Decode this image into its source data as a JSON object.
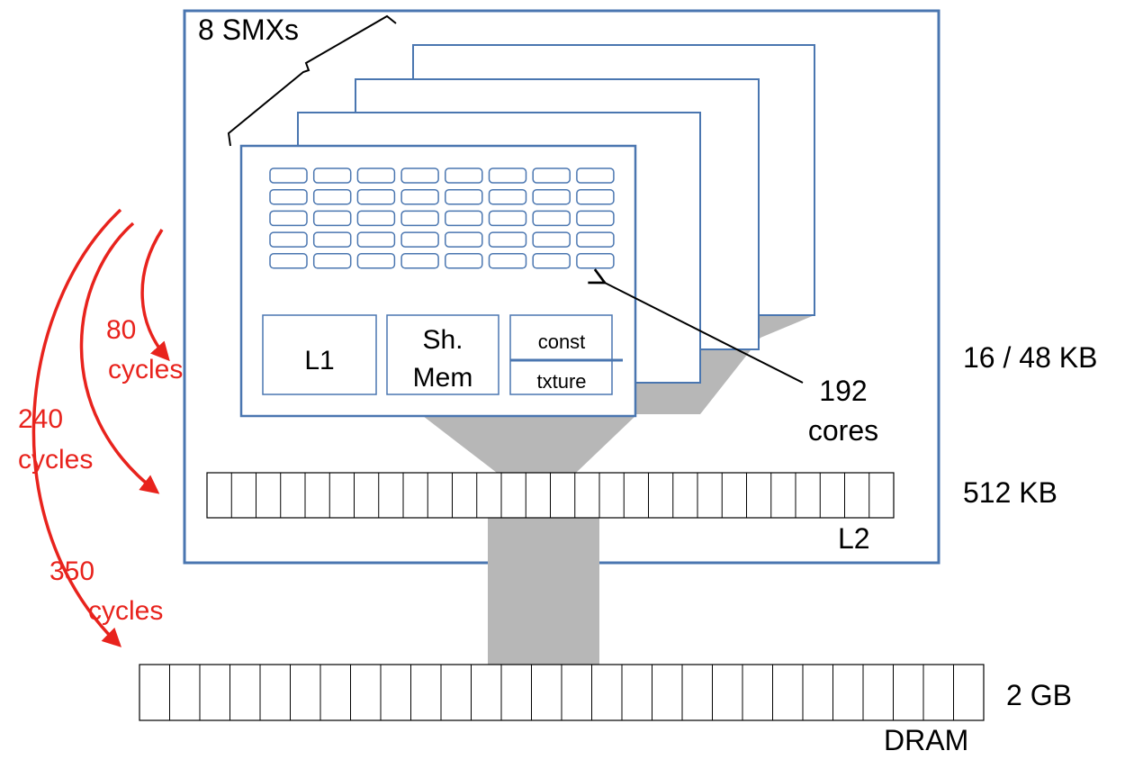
{
  "title": "8 SMXs",
  "smx": {
    "l1_label": "L1",
    "shmem_label_line1": "Sh.",
    "shmem_label_line2": "Mem",
    "const_label": "const",
    "texture_label": "txture",
    "core_grid": {
      "rows": 5,
      "cols": 8
    },
    "stack_count": 4
  },
  "annotations": {
    "cores_line1": "192",
    "cores_line2": "cores"
  },
  "memory": {
    "l1_size": "16 / 48 KB",
    "l2_size": "512 KB",
    "l2_label": "L2",
    "l2_cells": 28,
    "dram_size": "2 GB",
    "dram_label": "DRAM",
    "dram_cells": 28
  },
  "latencies": [
    {
      "value": "80",
      "unit": "cycles"
    },
    {
      "value": "240",
      "unit": "cycles"
    },
    {
      "value": "350",
      "unit": "cycles"
    }
  ],
  "colors": {
    "frame": "#4a76b0",
    "cell_border": "#4a76b0",
    "funnel": "#b7b7b7",
    "latency": "#e8231d",
    "text": "#000000"
  }
}
